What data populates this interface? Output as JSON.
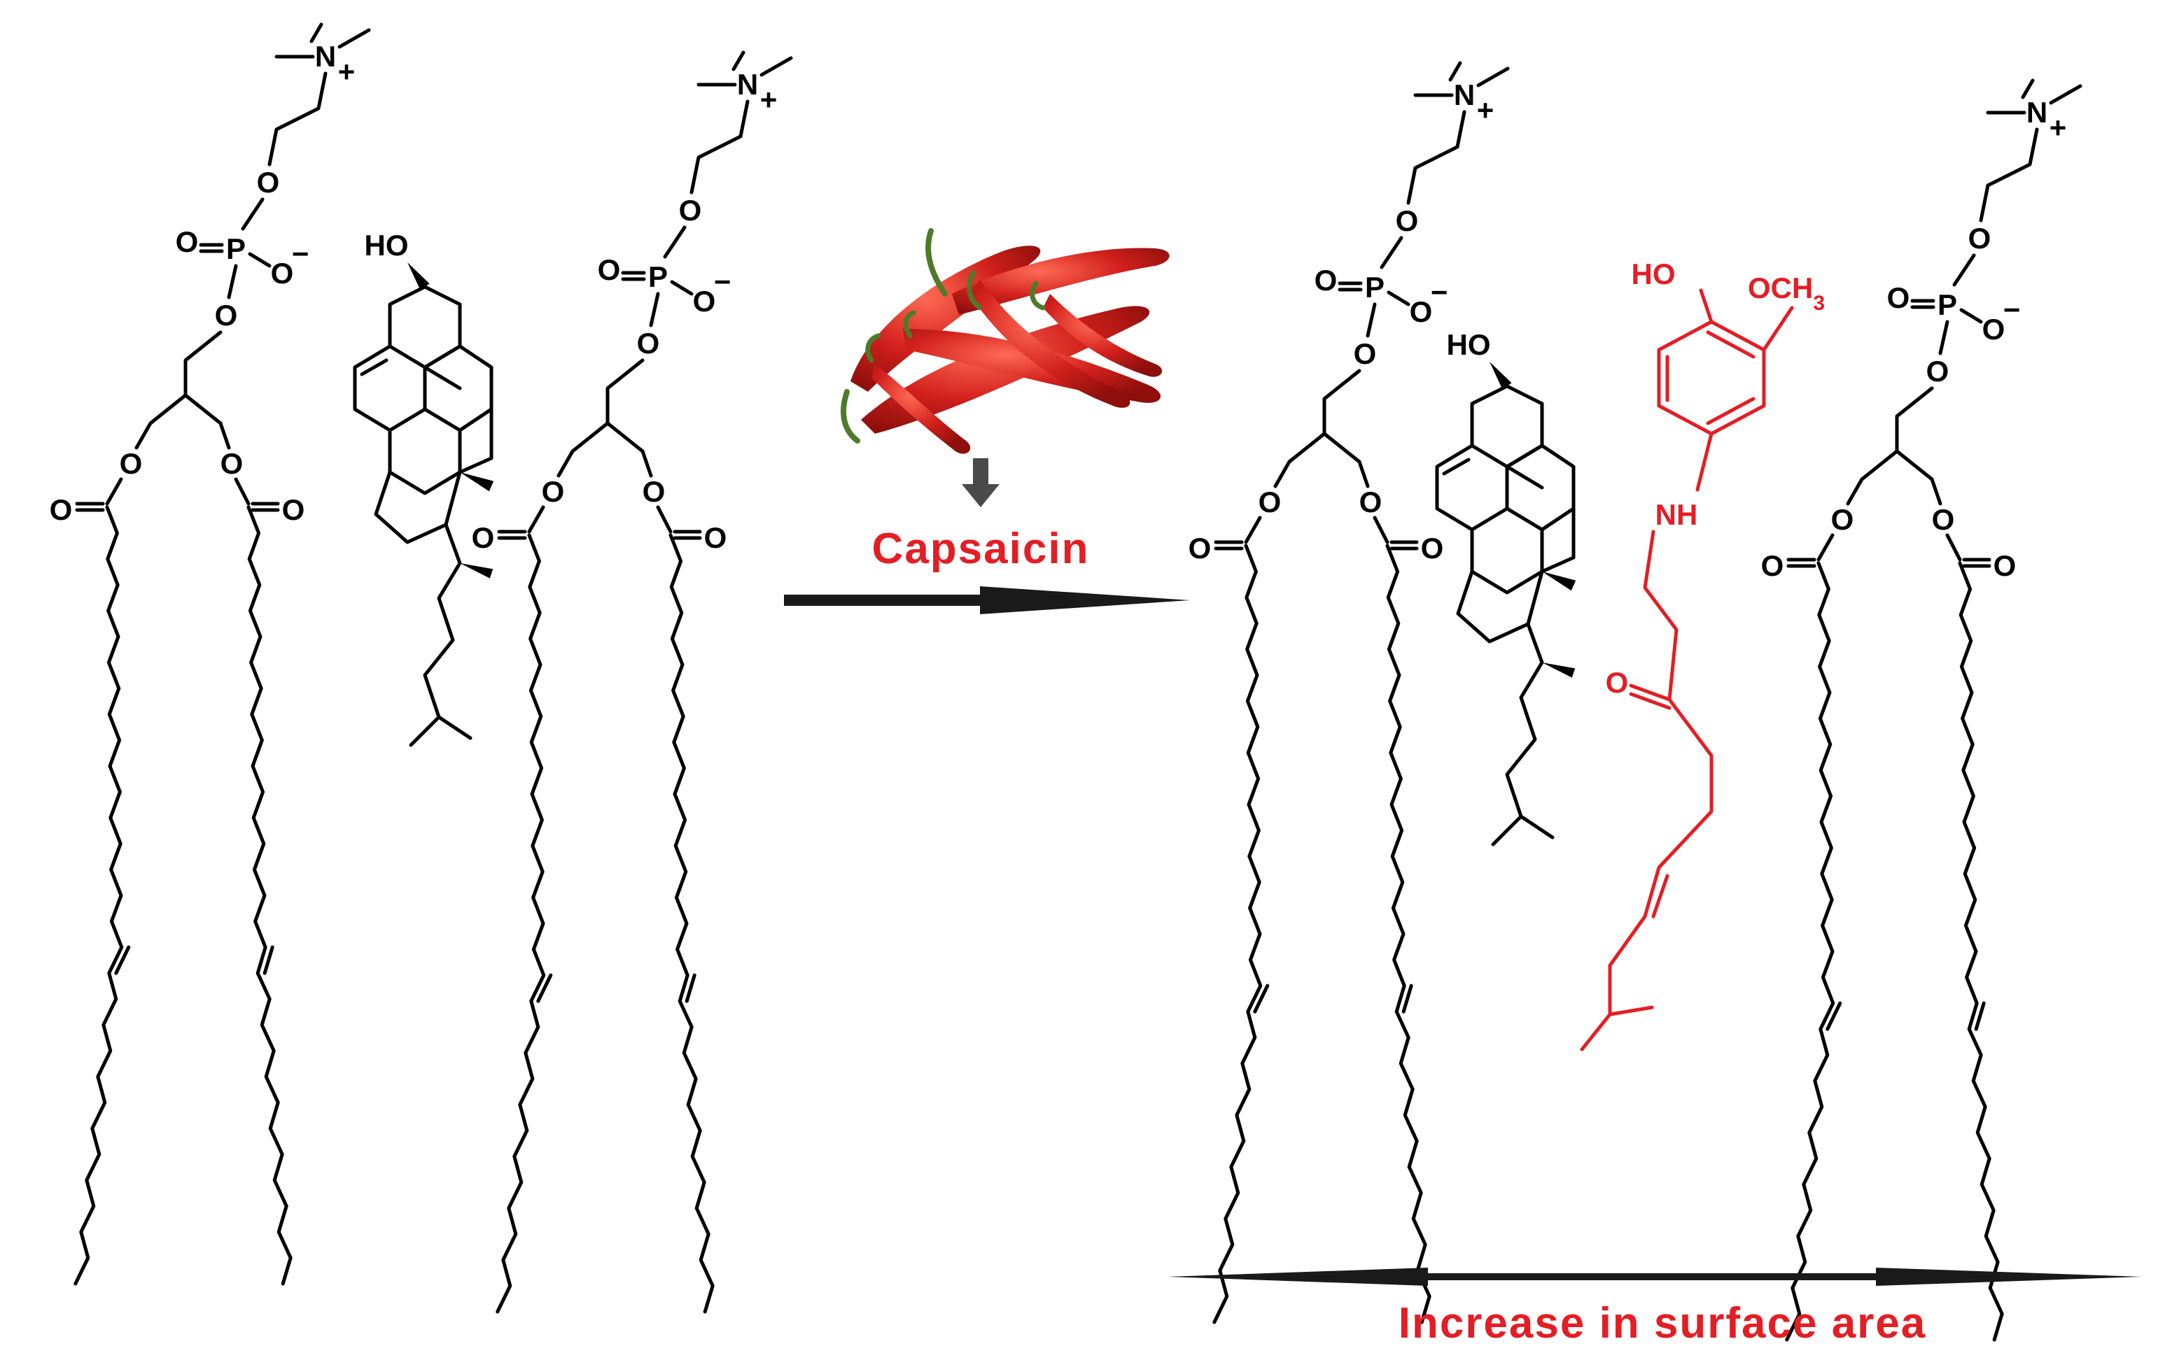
{
  "labels": {
    "reagent": "Capsaicin",
    "effect": "Increase in surface area"
  },
  "atoms": {
    "nitrogen": "N",
    "plus": "+",
    "minus": "−",
    "oxygen": "O",
    "phosphorus": "P",
    "hydroxyl": "HO",
    "methoxy": "OCH",
    "methoxy_sub": "3",
    "amine": "NH"
  },
  "colors": {
    "structure": "#000000",
    "capsaicin": "#e31e24",
    "label": "#e31e24",
    "pepper": "#d1201c",
    "stem": "#4f7a2a"
  },
  "icons": {
    "pepper": "chili-pepper-illustration",
    "down_arrow": "down-arrow-icon",
    "reaction_arrow": "right-arrow-icon",
    "double_arrow": "double-headed-arrow-icon"
  }
}
